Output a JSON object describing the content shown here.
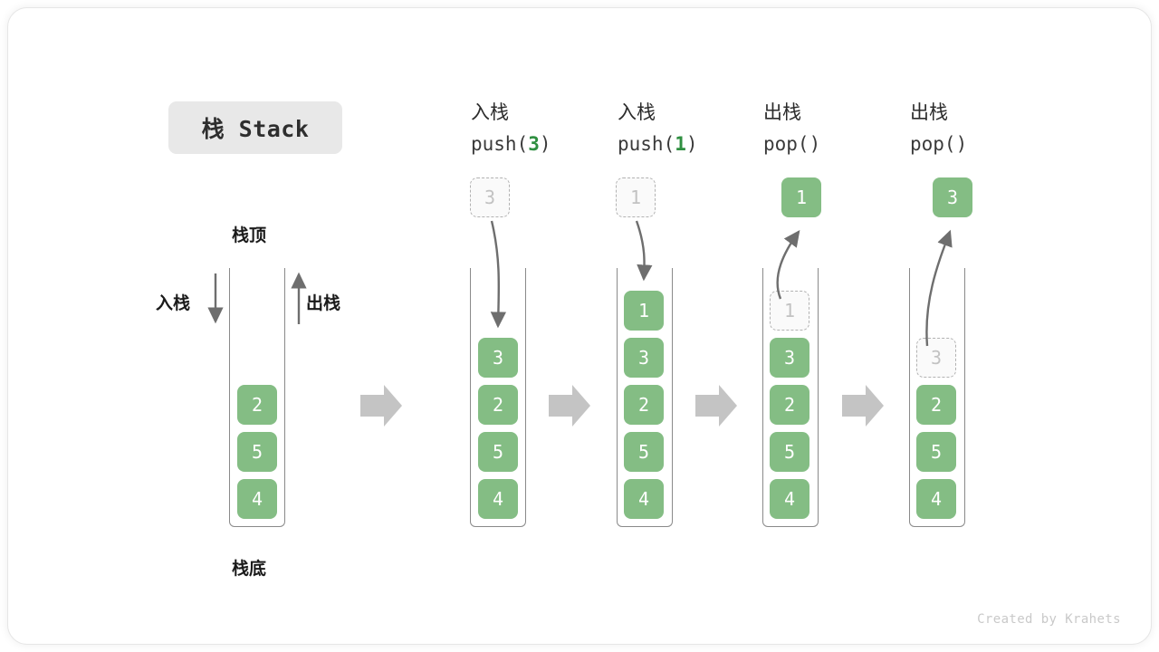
{
  "title": {
    "text": "栈 Stack"
  },
  "annotations": {
    "top_label": "栈顶",
    "bottom_label": "栈底",
    "push_label": "入栈",
    "pop_label": "出栈"
  },
  "credit": "Created by Krahets",
  "colors": {
    "element_green": "#84bd84",
    "ghost_border": "#b2b2b2",
    "ghost_text": "#c2c2c2",
    "arrow_gray": "#6e6e6e",
    "step_arrow": "#c4c4c4",
    "container_stroke": "#8a8a8a",
    "accent_green_text": "#2f8f41"
  },
  "columns": [
    {
      "id": "initial",
      "head_cn": "",
      "head_code": "",
      "head_arg": "",
      "stack": [
        "2",
        "5",
        "4"
      ],
      "ghost_in_stack": null,
      "float_box": null,
      "float_box_style": null
    },
    {
      "id": "push3",
      "head_cn": "入栈",
      "head_code_prefix": "push(",
      "head_arg": "3",
      "head_code_suffix": ")",
      "stack": [
        "3",
        "2",
        "5",
        "4"
      ],
      "ghost_in_stack": null,
      "float_box": "3",
      "float_box_style": "ghost"
    },
    {
      "id": "push1",
      "head_cn": "入栈",
      "head_code_prefix": "push(",
      "head_arg": "1",
      "head_code_suffix": ")",
      "stack": [
        "1",
        "3",
        "2",
        "5",
        "4"
      ],
      "ghost_in_stack": null,
      "float_box": "1",
      "float_box_style": "ghost"
    },
    {
      "id": "pop1",
      "head_cn": "出栈",
      "head_code_prefix": "pop(",
      "head_arg": "",
      "head_code_suffix": ")",
      "stack": [
        "1",
        "3",
        "2",
        "5",
        "4"
      ],
      "ghost_in_stack": "1",
      "float_box": "1",
      "float_box_style": "solid"
    },
    {
      "id": "pop3",
      "head_cn": "出栈",
      "head_code_prefix": "pop(",
      "head_arg": "",
      "head_code_suffix": ")",
      "stack": [
        "3",
        "2",
        "5",
        "4"
      ],
      "ghost_in_stack": "3",
      "float_box": "3",
      "float_box_style": "solid"
    }
  ]
}
